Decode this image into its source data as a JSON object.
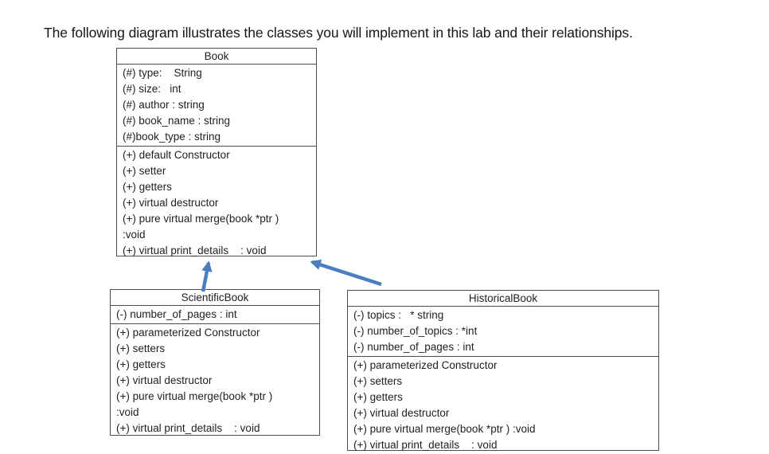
{
  "page": {
    "heading": "The following diagram illustrates the classes you will implement in this lab and their relationships."
  },
  "colors": {
    "arrow_blue": "#4a7ebf",
    "box_border": "#4d4d4d",
    "text": "#1f1f1f",
    "background": "#ffffff"
  },
  "classes": {
    "book": {
      "name": "Book",
      "attributes": [
        "(#) type:    String",
        "(#) size:   int",
        "(#) author : string",
        "(#) book_name : string",
        "(#)book_type : string"
      ],
      "methods": [
        "(+) default Constructor",
        "(+) setter",
        "(+) getters",
        "(+) virtual destructor",
        "(+) pure virtual merge(book *ptr )",
        ":void",
        "(+) virtual print_details    : void"
      ]
    },
    "scientific_book": {
      "name": "ScientificBook",
      "attributes": [
        "(-) number_of_pages : int"
      ],
      "methods": [
        "(+) parameterized Constructor",
        "(+) setters",
        "(+) getters",
        "(+) virtual destructor",
        "(+) pure virtual merge(book *ptr )",
        ":void",
        "(+) virtual print_details    : void"
      ]
    },
    "historical_book": {
      "name": "HistoricalBook",
      "attributes": [
        "(-) topics :   * string",
        "(-) number_of_topics : *int",
        "(-) number_of_pages : int"
      ],
      "methods": [
        "(+) parameterized Constructor",
        "(+) setters",
        "(+) getters",
        "(+) virtual destructor",
        "(+) pure virtual merge(book *ptr ) :void",
        "(+) virtual print_details    : void"
      ]
    }
  },
  "relationships": [
    {
      "from": "ScientificBook",
      "to": "Book",
      "type": "inheritance"
    },
    {
      "from": "HistoricalBook",
      "to": "Book",
      "type": "inheritance"
    }
  ]
}
